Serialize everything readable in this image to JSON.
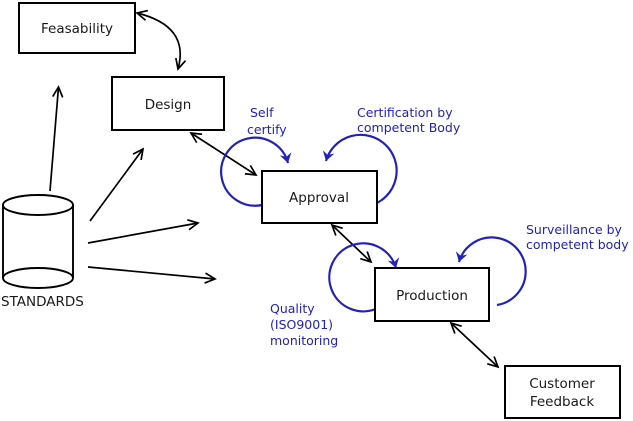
{
  "diagram": {
    "type": "process-flow-diagram",
    "colors": {
      "line": "#000000",
      "annotation_blue": "#2222bb",
      "node_fill": "#ffffff",
      "background": "#ffffff",
      "text": "#1a1a1a"
    },
    "nodes": {
      "feasability": {
        "label": "Feasability",
        "shape": "rectangle"
      },
      "design": {
        "label": "Design",
        "shape": "rectangle"
      },
      "approval": {
        "label": "Approval",
        "shape": "rectangle"
      },
      "production": {
        "label": "Production",
        "shape": "rectangle"
      },
      "customer_feedback": {
        "line1": "Customer",
        "line2": "Feedback",
        "shape": "rectangle"
      },
      "standards": {
        "label": "STANDARDS",
        "shape": "cylinder"
      }
    },
    "annotations": {
      "self_certify": {
        "line1": "Self",
        "line2": "certify",
        "attached_to": "approval"
      },
      "certification": {
        "line1": "Certification by",
        "line2": "competent Body",
        "attached_to": "approval"
      },
      "surveillance": {
        "line1": "Surveillance by",
        "line2": "competent body",
        "attached_to": "production"
      },
      "quality": {
        "line1": "Quality",
        "line2": "(ISO9001)",
        "line3": "monitoring",
        "attached_to": "production"
      }
    },
    "edges": [
      {
        "from": "feasability",
        "to": "design",
        "bidirectional": true,
        "style": "curved"
      },
      {
        "from": "design",
        "to": "approval",
        "bidirectional": true,
        "style": "straight"
      },
      {
        "from": "approval",
        "to": "production",
        "bidirectional": true,
        "style": "straight"
      },
      {
        "from": "production",
        "to": "customer_feedback",
        "bidirectional": true,
        "style": "straight"
      },
      {
        "from": "standards",
        "to": "feasability",
        "bidirectional": false,
        "style": "straight"
      },
      {
        "from": "standards",
        "to": "design",
        "bidirectional": false,
        "style": "straight"
      },
      {
        "from": "standards",
        "to": "approval",
        "bidirectional": false,
        "style": "straight"
      },
      {
        "from": "standards",
        "to": "production",
        "bidirectional": false,
        "style": "straight"
      }
    ],
    "self_loops": [
      {
        "on": "approval",
        "side": "top-left",
        "label": "Self certify"
      },
      {
        "on": "approval",
        "side": "top-right",
        "label": "Certification by competent Body"
      },
      {
        "on": "production",
        "side": "top-left",
        "label": "Quality (ISO9001) monitoring"
      },
      {
        "on": "production",
        "side": "top-right",
        "label": "Surveillance by competent body"
      }
    ]
  }
}
